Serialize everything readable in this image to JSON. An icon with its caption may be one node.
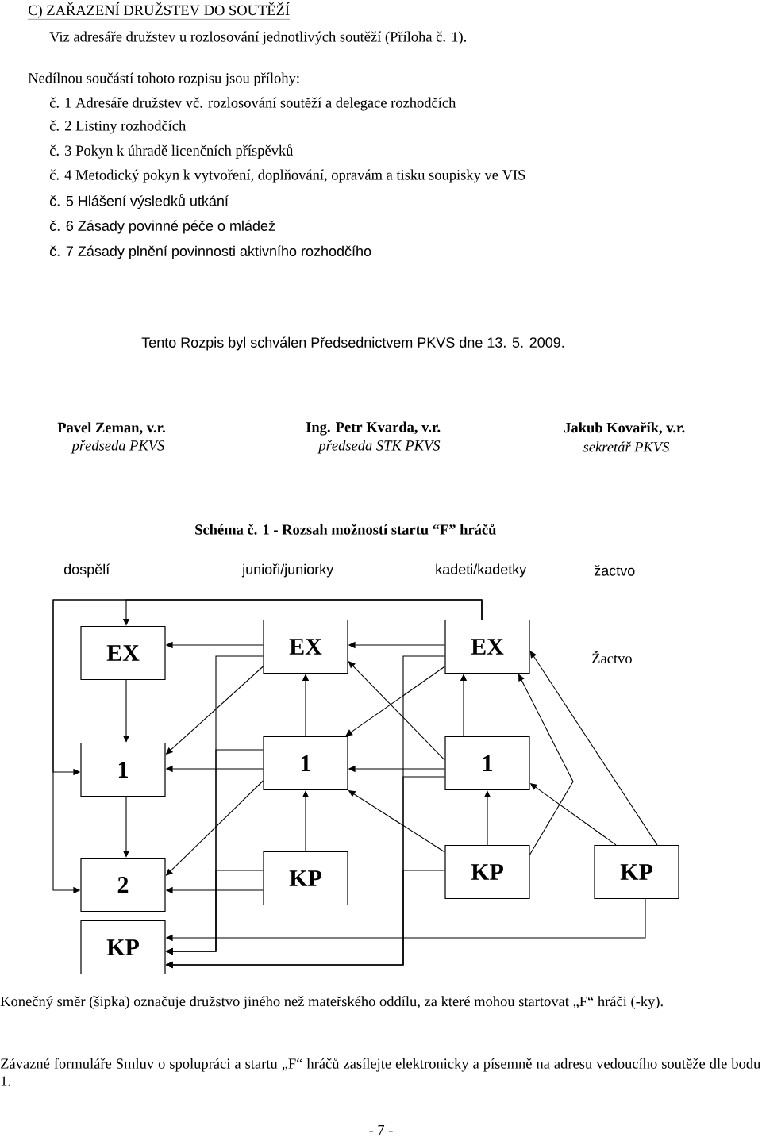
{
  "diagram": {
    "title": "Schéma č. 1 - Rozsah možností startu “F” hráčů",
    "nodes": [
      {
        "text": [
          "EX"
        ]
      },
      {
        "text": [
          "EX"
        ]
      },
      {
        "text": [
          "EX"
        ]
      },
      {
        "text": [
          "1"
        ]
      },
      {
        "text": [
          "1"
        ]
      },
      {
        "text": [
          "1"
        ]
      },
      {
        "text": [
          "2"
        ]
      },
      {
        "text": [
          "KP"
        ]
      },
      {
        "text": [
          "KP"
        ]
      },
      {
        "text": [
          "KP"
        ]
      },
      {
        "text": [
          "KP"
        ]
      }
    ],
    "edges": [
      {
        "from": 2,
        "to": 0,
        "arrow": "to"
      },
      {
        "from": 2,
        "to": 3,
        "arrow": "to"
      },
      {
        "from": 2,
        "to": 6,
        "arrow": "to"
      },
      {
        "from": 1,
        "to": 0,
        "arrow": "to"
      },
      {
        "from": 0,
        "to": 3,
        "arrow": "to"
      },
      {
        "from": 1,
        "to": 3,
        "arrow": "to"
      },
      {
        "from": 4,
        "to": 3,
        "arrow": "to"
      },
      {
        "from": 3,
        "to": 6,
        "arrow": "to"
      },
      {
        "from": 4,
        "to": 6,
        "arrow": "to"
      },
      {
        "from": 7,
        "to": 6,
        "arrow": "to"
      },
      {
        "from": 4,
        "to": 1,
        "arrow": "to"
      },
      {
        "from": 7,
        "to": 4,
        "arrow": "to"
      },
      {
        "from": 2,
        "to": 1,
        "arrow": "to"
      },
      {
        "from": 1,
        "to": 10,
        "arrow": "to"
      },
      {
        "from": 4,
        "to": 10,
        "arrow": "to"
      },
      {
        "from": 7,
        "to": 10,
        "arrow": "to"
      },
      {
        "from": 2,
        "to": 10,
        "arrow": "to"
      },
      {
        "from": 5,
        "to": 10,
        "arrow": "to"
      },
      {
        "from": 8,
        "to": 10,
        "arrow": "to"
      },
      {
        "from": 9,
        "to": 10,
        "arrow": "to"
      },
      {
        "from": 5,
        "to": 4,
        "arrow": "to"
      },
      {
        "from": 5,
        "to": 1,
        "arrow": "to"
      },
      {
        "from": 2,
        "to": 4,
        "arrow": "to"
      },
      {
        "from": 5,
        "to": 2,
        "arrow": "to"
      },
      {
        "from": 8,
        "to": 5,
        "arrow": "to"
      },
      {
        "from": 8,
        "to": 4,
        "arrow": "to"
      },
      {
        "from": 9,
        "to": 5,
        "arrow": "to"
      },
      {
        "from": 9,
        "to": 2,
        "arrow": "to"
      },
      {
        "from": 8,
        "to": 2,
        "arrow": "to"
      }
    ],
    "labels": [
      "C) ZAŘAZENÍ DRUŽSTEV DO SOUTĚŽÍ",
      "Viz adresáře družstev u rozlosování jednotlivých soutěží (Příloha č. 1).",
      "Nedílnou součástí tohoto rozpisu jsou přílohy:",
      "č. 1 Adresáře družstev vč. rozlosování soutěží a delegace rozhodčích",
      "č. 2 Listiny rozhodčích",
      "č. 3 Pokyn k úhradě licenčních příspěvků",
      "č. 4 Metodický pokyn k vytvoření, doplňování, opravám a tisku soupisky ve VIS",
      "č. 5 Hlášení výsledků utkání",
      "č. 6 Zásady povinné péče o mládež",
      "č. 7 Zásady plnění povinnosti aktivního rozhodčího",
      "Tento Rozpis byl schválen Předsednictvem PKVS dne 13. 5. 2009.",
      "Pavel Zeman, v.r.",
      "Ing. Petr Kvarda, v.r.",
      "Jakub Kovařík, v.r.",
      "předseda PKVS",
      "předseda STK PKVS",
      "sekretář PKVS",
      "dospělí",
      "junioři/juniorky",
      "kadeti/kadetky",
      "žactvo",
      "Žactvo",
      "Konečný směr (šipka) označuje družstvo jiného než mateřského oddílu, za které mohou startovat „F“ hráči (-ky).",
      "Závazné formuláře Smluv o spolupráci a startu „F“ hráčů zasílejte elektronicky a písemně na adresu vedoucího soutěže dle bodu 1.",
      "- 7 -"
    ]
  }
}
